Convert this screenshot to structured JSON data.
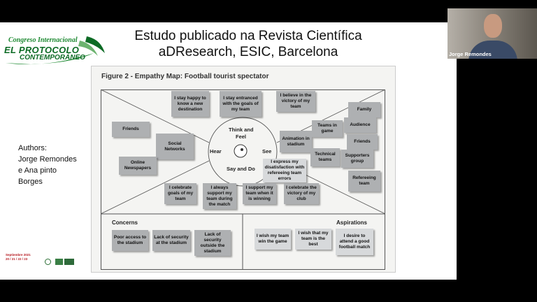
{
  "slide": {
    "title_line1": "Estudo publicado na Revista Científica",
    "title_line2": "aDResearch, ESIC, Barcelona",
    "authors": [
      "Authors:",
      "Jorge Remondes",
      "e Ana pinto",
      "Borges"
    ],
    "logo": {
      "line1": "Congreso Internacional",
      "line2": "EL PROTOCOLO",
      "line3": "CONTEMPORÁNEO"
    },
    "footer": {
      "month": "Septiembre 2021",
      "days": "20 / 21 / 22 / 23"
    }
  },
  "figure": {
    "title": "Figure 2 - Empathy Map: Football tourist spectator",
    "center": {
      "think": "Think and",
      "feel": "Feel",
      "hear": "Hear",
      "see": "See",
      "say": "Say and Do"
    },
    "think_notes": [
      "I stay happy to know a new destination",
      "I stay entranced with the goals of my team",
      "I believe in the victory of my team"
    ],
    "hear_notes": [
      "Friends",
      "Social Networks",
      "Online Newspapers"
    ],
    "see_notes": [
      "Animation in stadium",
      "Teams in game",
      "Technical teams",
      "Family",
      "Audience",
      "Friends",
      "Supporters group",
      "Refereeing team"
    ],
    "say_notes": [
      "I express my disatisfaction with refereeing team errors",
      "I celebrate goals of my team",
      "I always support my team during the match",
      "I support my team when it is winning",
      "I celebrate the victory of my club"
    ],
    "concerns": {
      "label": "Concerns",
      "notes": [
        "Poor access to the stadium",
        "Lack of security at the stadium",
        "Lack of security outside the stadium"
      ]
    },
    "aspirations": {
      "label": "Aspirations",
      "notes": [
        "I wish my team win the game",
        "I wish that my team is the best",
        "I desire to attend a good football match"
      ]
    }
  },
  "webcam": {
    "name": "Jorge Remondes"
  },
  "colors": {
    "logo_green": "#0d6b25",
    "note_gray": "#aeb0b2",
    "footer_red": "#b5161d"
  }
}
